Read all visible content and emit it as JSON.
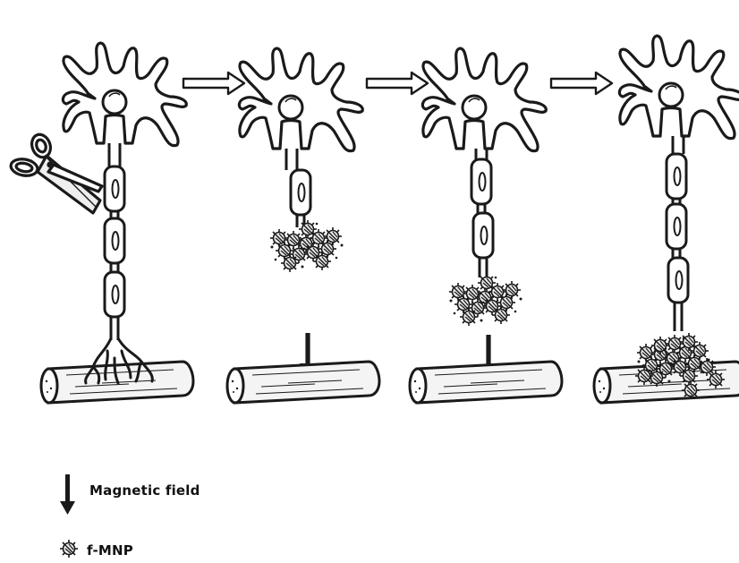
{
  "colors": {
    "ink": "#1a1a1a",
    "paper": "#ffffff",
    "nerve_fill": "#f4f4f4",
    "particle": "#222222"
  },
  "steps": [
    {
      "stage": "intact-neuron-cut-with-scissors",
      "icons": [
        "neuron-icon",
        "scissors-icon",
        "muscle-fiber-icon"
      ]
    },
    {
      "stage": "severed-axon-with-f-mnp-cluster",
      "icons": [
        "neuron-icon",
        "mnp-cluster-icon",
        "magnetic-field-arrow-icon",
        "muscle-fiber-icon"
      ]
    },
    {
      "stage": "axon-regrowing-toward-magnet",
      "icons": [
        "neuron-icon",
        "mnp-cluster-icon",
        "magnetic-field-arrow-icon",
        "muscle-fiber-icon"
      ]
    },
    {
      "stage": "axon-reconnected-to-muscle",
      "icons": [
        "neuron-icon",
        "mnp-cluster-icon",
        "muscle-fiber-icon"
      ]
    }
  ],
  "legend": {
    "magnetic_field_label": "Magnetic field",
    "fmnp_label": "f-MNP"
  }
}
